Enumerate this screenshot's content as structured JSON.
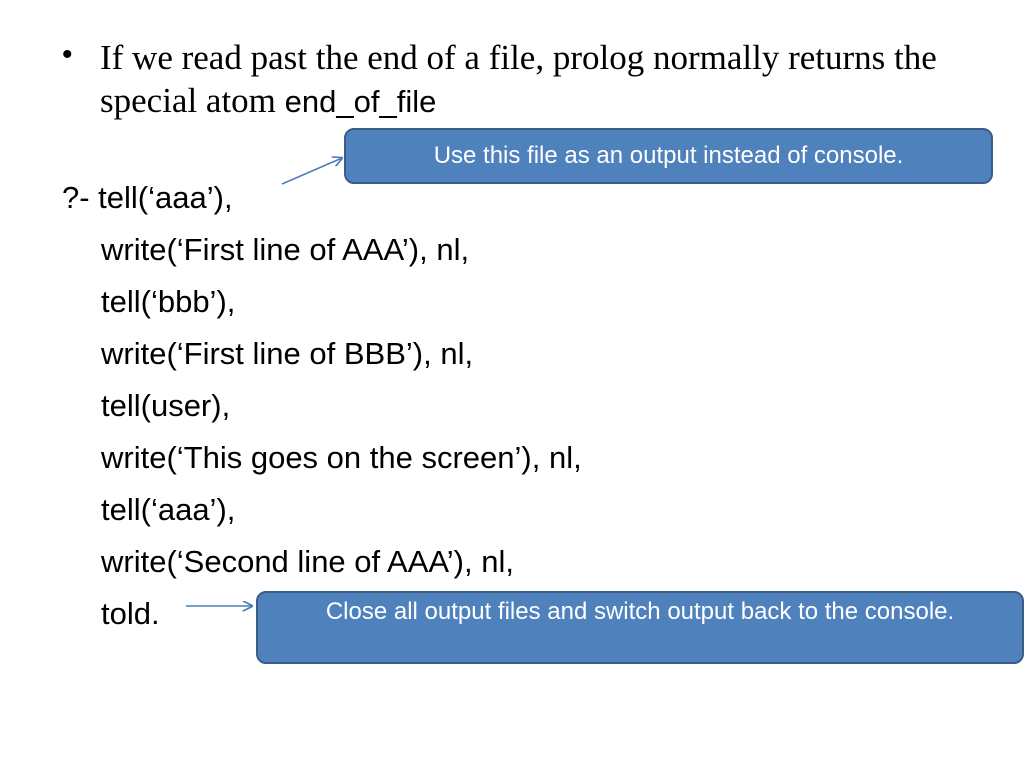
{
  "bullet": {
    "symbol": "•",
    "text": "If we read past the end of a file, prolog normally returns the special atom",
    "atom": "end_of_file"
  },
  "code_lines": [
    "?- tell(‘aaa’),",
    "write(‘First line of AAA’), nl,",
    "tell(‘bbb’),",
    "write(‘First line of BBB’), nl,",
    "tell(user),",
    "write(‘This goes on the screen’), nl,",
    "tell(‘aaa’),",
    "write(‘Second line of AAA’), nl,",
    "told."
  ],
  "callouts": {
    "tell_note": "Use this file as an output instead of console.",
    "told_note": "Close all output files and switch output back to the console."
  },
  "colors": {
    "callout_fill": "#4f81bd",
    "callout_border": "#385d8a",
    "arrow": "#4a7ebb"
  }
}
